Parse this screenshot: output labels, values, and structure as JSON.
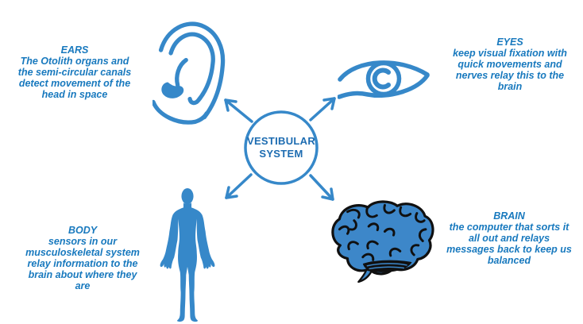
{
  "colors": {
    "background": "#ffffff",
    "icon_blue": "#3688c9",
    "text_blue": "#1879be",
    "center_text_blue": "#1d6cb1",
    "brain_fill": "#3d87c9",
    "brain_outline": "#101010"
  },
  "center": {
    "label_lines": [
      "VESTIBULAR",
      "SYSTEM"
    ]
  },
  "sections": {
    "ears": {
      "heading": "EARS",
      "lines": [
        "The Otolith organs and",
        "the semi-circular canals",
        "detect movement of the",
        "head in space"
      ],
      "icon": "ear-icon"
    },
    "eyes": {
      "heading": "EYES",
      "lines": [
        "keep visual fixation with",
        "quick movements and",
        "nerves relay this to the",
        "brain"
      ],
      "icon": "eye-icon"
    },
    "body": {
      "heading": "BODY",
      "lines": [
        "sensors in our",
        "musculoskeletal system",
        "relay information to the",
        "brain about where they",
        "are"
      ],
      "icon": "body-icon"
    },
    "brain": {
      "heading": "BRAIN",
      "lines": [
        "the computer that sorts it",
        "all out and relays",
        "messages back to keep us",
        "balanced"
      ],
      "icon": "brain-icon"
    }
  }
}
